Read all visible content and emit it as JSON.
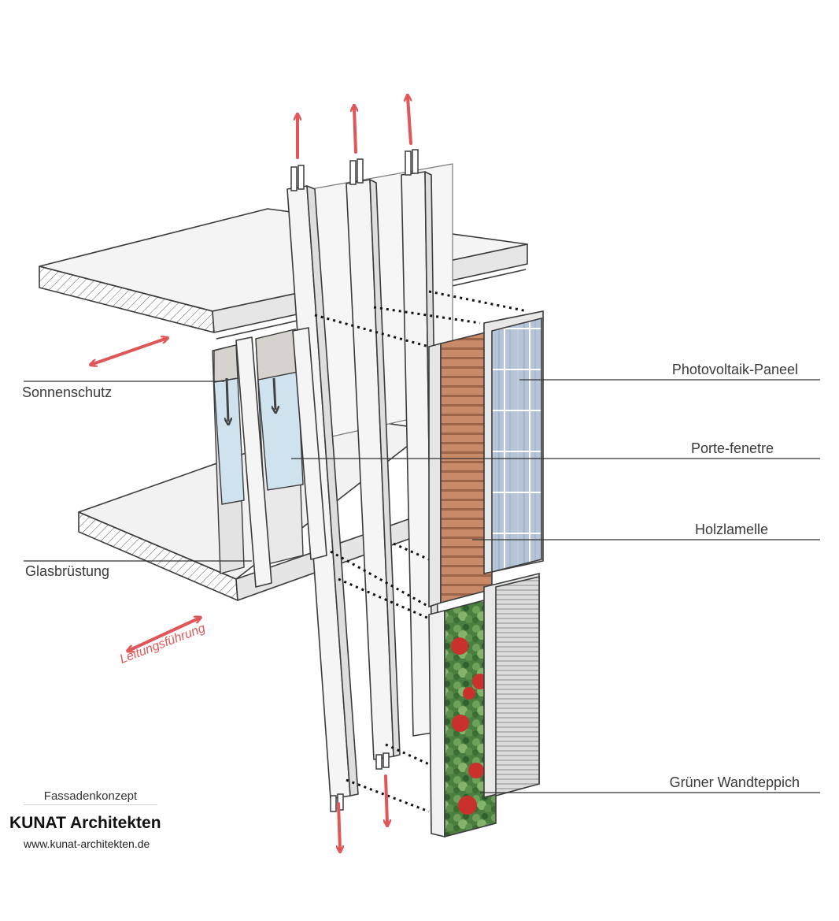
{
  "diagram": {
    "labels": {
      "sonnenschutz": "Sonnenschutz",
      "glasbruestung": "Glasbrüstung",
      "photovoltaik": "Photovoltaik-Paneel",
      "porte_fenetre": "Porte-fenetre",
      "holzlamelle": "Holzlamelle",
      "gruener_wandteppich": "Grüner Wandteppich",
      "leitungsfuehrung": "Leitungsführung"
    },
    "credits": {
      "title": "Fassadenkonzept",
      "firm": "KUNAT Architekten",
      "url": "www.kunat-architekten.de"
    },
    "colors": {
      "arrow": "#e0575a",
      "outline": "#3c3c3c",
      "wood": "#c98a68",
      "pv": "#aebfd2",
      "green": "#3f7a3a",
      "flower": "#c8312c",
      "glass": "#cfe3ef"
    }
  }
}
